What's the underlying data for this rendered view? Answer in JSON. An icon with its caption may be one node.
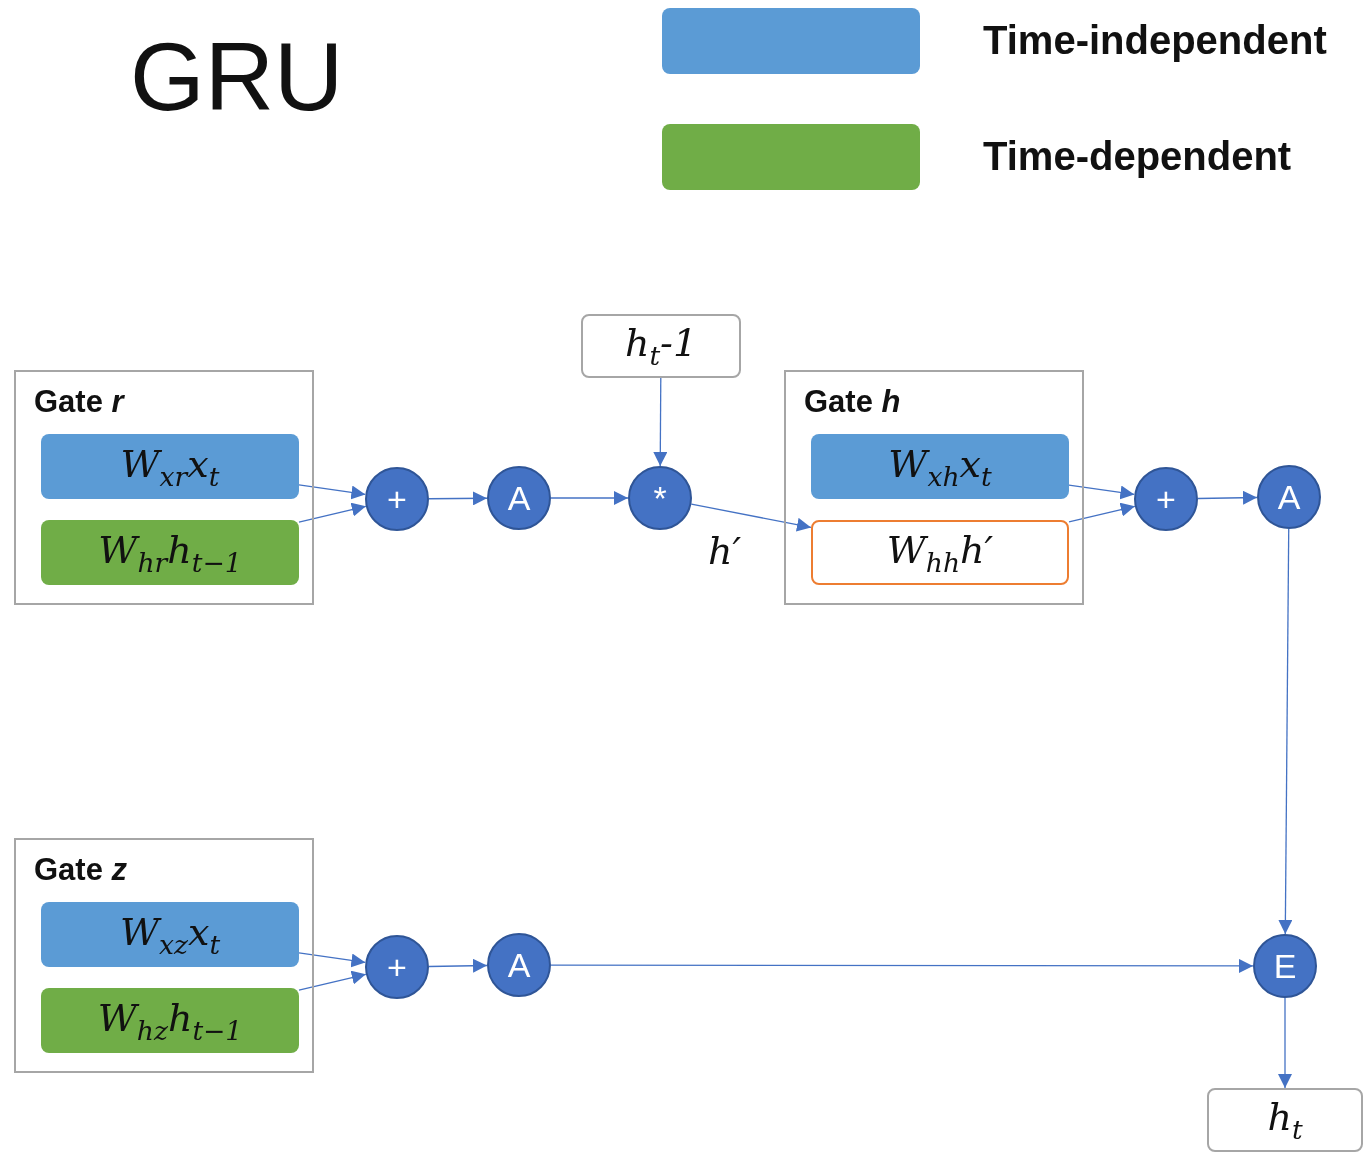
{
  "diagram": {
    "title": "GRU",
    "nodes": [
      {
        "text": [
          "Gate *r*"
        ]
      },
      {
        "text": [
          "W$_{xr}$x$_{t}$"
        ],
        "in": 0
      },
      {
        "text": [
          "W$_{hr}$h$_{t−1}$"
        ],
        "in": 0
      },
      {
        "text": [
          "+"
        ]
      },
      {
        "text": [
          "A"
        ]
      },
      {
        "text": [
          "*h*$_{t}$-1"
        ]
      },
      {
        "text": [
          "*"
        ]
      },
      {
        "text": [
          "Gate *h*"
        ]
      },
      {
        "text": [
          "W$_{xh}$x$_{t}$"
        ],
        "in": 7
      },
      {
        "text": [
          "W$_{hh}$h′"
        ],
        "in": 7
      },
      {
        "text": [
          "+"
        ]
      },
      {
        "text": [
          "A"
        ]
      },
      {
        "text": [
          "Gate *z*"
        ]
      },
      {
        "text": [
          "W$_{xz}$x$_{t}$"
        ],
        "in": 12
      },
      {
        "text": [
          "W$_{hz}$h$_{t−1}$"
        ],
        "in": 12
      },
      {
        "text": [
          "+"
        ]
      },
      {
        "text": [
          "A"
        ]
      },
      {
        "text": [
          "E"
        ]
      },
      {
        "text": [
          "*h*$_{t}$"
        ]
      }
    ],
    "edges": [
      {
        "from": 1,
        "to": 3,
        "arrow": "to"
      },
      {
        "from": 2,
        "to": 3,
        "arrow": "to"
      },
      {
        "from": 3,
        "to": 4,
        "arrow": "to"
      },
      {
        "from": 4,
        "to": 6,
        "arrow": "to"
      },
      {
        "from": 5,
        "to": 6,
        "arrow": "to"
      },
      {
        "from": 6,
        "to": 9,
        "arrow": "to",
        "label": "h′"
      },
      {
        "from": 8,
        "to": 10,
        "arrow": "to"
      },
      {
        "from": 9,
        "to": 10,
        "arrow": "to"
      },
      {
        "from": 10,
        "to": 11,
        "arrow": "to"
      },
      {
        "from": 11,
        "to": 17,
        "arrow": "to"
      },
      {
        "from": 13,
        "to": 15,
        "arrow": "to"
      },
      {
        "from": 14,
        "to": 15,
        "arrow": "to"
      },
      {
        "from": 15,
        "to": 16,
        "arrow": "to"
      },
      {
        "from": 16,
        "to": 17,
        "arrow": "to"
      },
      {
        "from": 17,
        "to": 18,
        "arrow": "to"
      }
    ],
    "legend": [
      {
        "text": "Time-independent",
        "color": "#5b9bd5"
      },
      {
        "text": "Time-dependent",
        "color": "#70ad47"
      }
    ]
  }
}
